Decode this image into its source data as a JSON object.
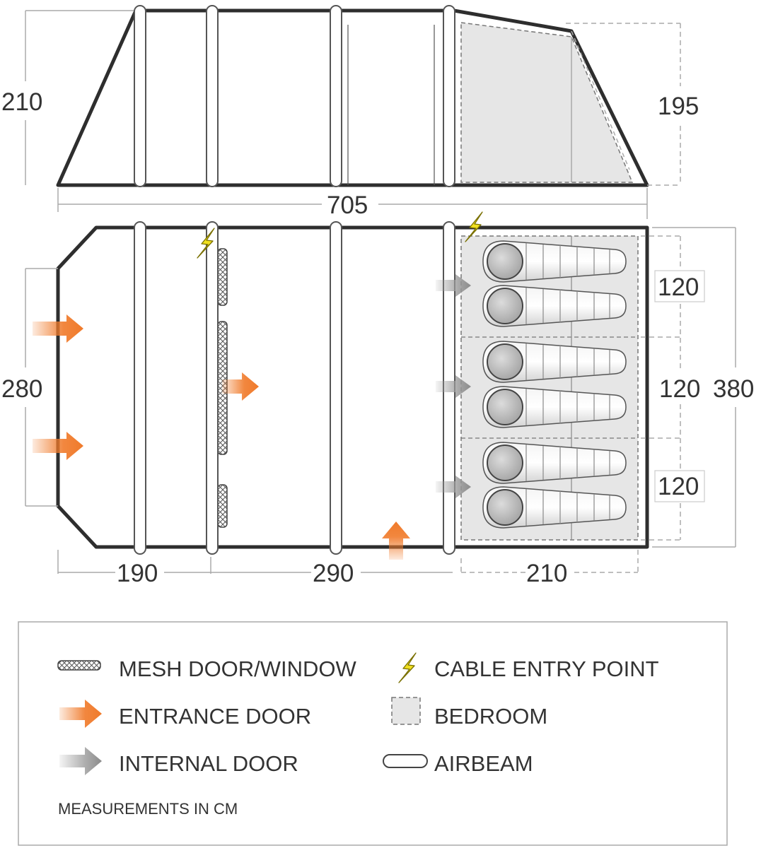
{
  "dimensions": {
    "height_front": "210",
    "height_rear": "195",
    "total_length": "705",
    "width_front": "280",
    "total_width": "380",
    "bedroom_width_1": "120",
    "bedroom_width_2": "120",
    "bedroom_width_3": "120",
    "section_1": "190",
    "section_2": "290",
    "section_3": "210"
  },
  "legend": {
    "mesh": "MESH DOOR/WINDOW",
    "entrance": "ENTRANCE DOOR",
    "internal": "INTERNAL DOOR",
    "cable": "CABLE ENTRY POINT",
    "bedroom": "BEDROOM",
    "airbeam": "AIRBEAM",
    "note": "MEASUREMENTS IN CM"
  },
  "colors": {
    "outline": "#333333",
    "entrance_arrow": "#f07a2a",
    "internal_arrow": "#9a9a9a",
    "cable_bolt": "#f0e020",
    "bedroom_fill": "#e6e6e6"
  }
}
